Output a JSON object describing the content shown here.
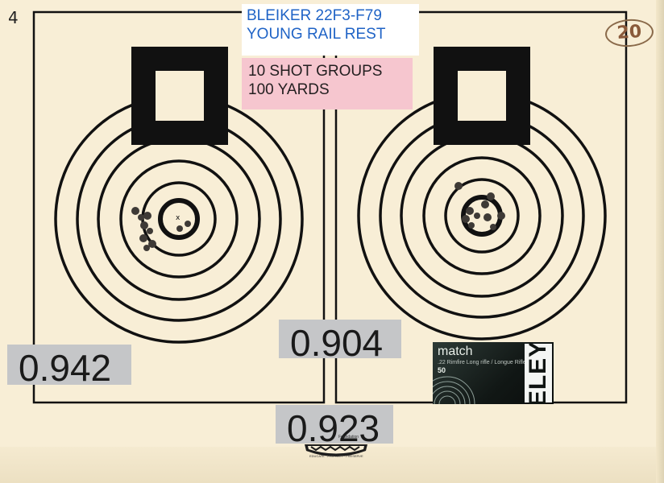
{
  "labels": {
    "corner_number": "4",
    "circled_number": "20",
    "rifle_line1": "BLEIKER 22F3-F79",
    "rifle_line2": "YOUNG RAIL REST",
    "test_line1": "10 SHOT GROUPS",
    "test_line2": "100 YARDS"
  },
  "scores": {
    "left": "0.942",
    "middle": "0.904",
    "bottom": "0.923"
  },
  "ammo": {
    "product": "match",
    "description": ".22 Rimfire Long rifle / Longue Rifle",
    "count": "50",
    "brand": "ELEY"
  },
  "logo": {
    "name": "Foundation",
    "tagline": "EDUCATE · PROTECT · PRESERVE"
  },
  "colors": {
    "paper": "#f8eed6",
    "ink": "#111111",
    "label_blue_text": "#1f63c6",
    "label_pink_bg": "#f6c6cf",
    "score_bg": "#c5c6c8"
  }
}
